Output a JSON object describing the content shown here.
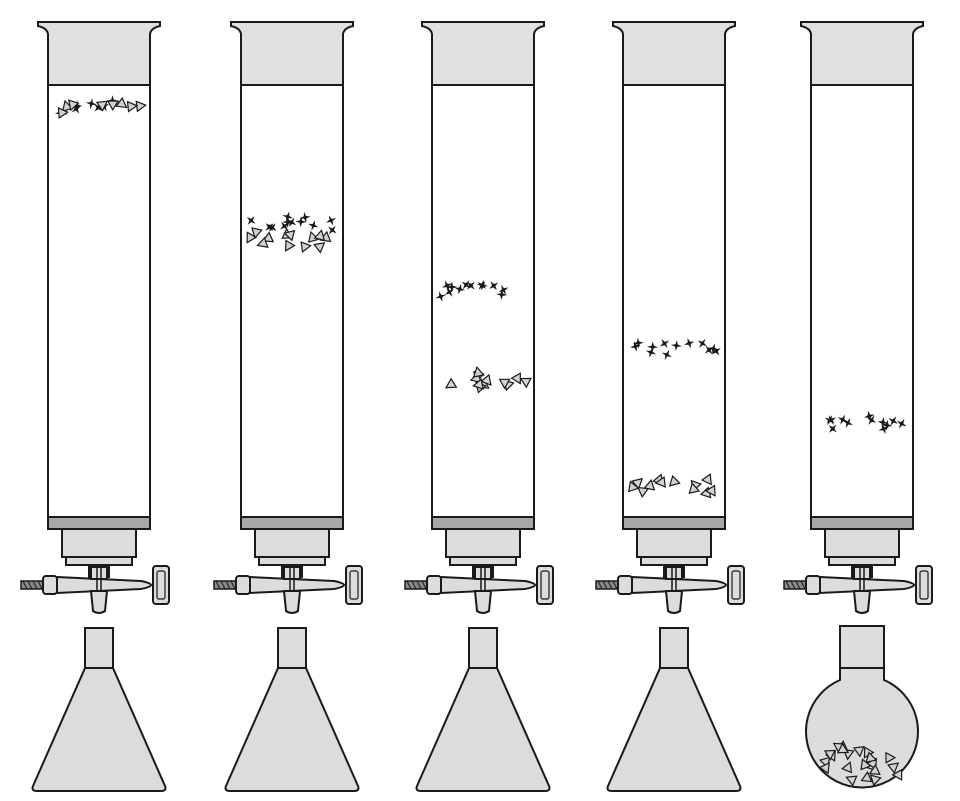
{
  "colors": {
    "outline": "#1a1a1a",
    "glass_fill": "#ffffff",
    "cap_fill": "#e0e0e0",
    "frit_fill": "#a8a8a8",
    "stopcock_fill": "#dcdcdc",
    "flask_fill": "#dcdcdc",
    "triangle_fill": "#d2d2d2",
    "star_fill": "#1a1a1a"
  },
  "diagram": {
    "description_free": true,
    "stages": [
      {
        "index": 1,
        "receiver": "erlenmeyer-flask",
        "bands": [
          {
            "species": "star",
            "level": 0.05,
            "mixed": true
          },
          {
            "species": "triangle",
            "level": 0.05,
            "mixed": true
          }
        ]
      },
      {
        "index": 2,
        "receiver": "erlenmeyer-flask",
        "bands": [
          {
            "species": "star",
            "level": 0.32
          },
          {
            "species": "triangle",
            "level": 0.36
          }
        ]
      },
      {
        "index": 3,
        "receiver": "erlenmeyer-flask",
        "bands": [
          {
            "species": "star",
            "level": 0.48
          },
          {
            "species": "triangle",
            "level": 0.68
          }
        ]
      },
      {
        "index": 4,
        "receiver": "erlenmeyer-flask",
        "bands": [
          {
            "species": "star",
            "level": 0.61
          },
          {
            "species": "triangle",
            "level": 0.93
          }
        ]
      },
      {
        "index": 5,
        "receiver": "round-bottom-flask",
        "bands": [
          {
            "species": "star",
            "level": 0.78
          }
        ],
        "collected": "triangle"
      }
    ]
  }
}
